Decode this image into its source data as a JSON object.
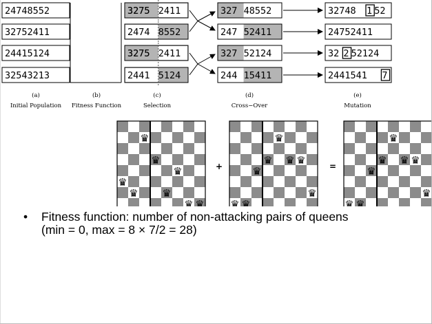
{
  "population": [
    "24748552",
    "32752411",
    "24415124",
    "32543213"
  ],
  "selection": [
    {
      "left": "3275",
      "right": "2411",
      "left_shaded": true
    },
    {
      "left": "2474",
      "right": "8552",
      "left_shaded": false
    },
    {
      "left": "3275",
      "right": "2411",
      "left_shaded": true
    },
    {
      "left": "2441",
      "right": "5124",
      "left_shaded": false
    }
  ],
  "crossover": [
    {
      "left": "327",
      "right": "48552"
    },
    {
      "left": "247",
      "right": "52411"
    },
    {
      "left": "327",
      "right": "52124"
    },
    {
      "left": "244",
      "right": "15411"
    }
  ],
  "mutation": [
    {
      "pre": "32748",
      "boxed": "1",
      "post": "52"
    },
    {
      "pre": "24752411",
      "boxed": "",
      "post": ""
    },
    {
      "pre": "32",
      "boxed": "2",
      "post": "52124"
    },
    {
      "pre": "2441541",
      "boxed": "7",
      "post": ""
    }
  ],
  "captions": [
    {
      "letter": "(a)",
      "label": "Initial Population"
    },
    {
      "letter": "(b)",
      "label": "Fitness Function"
    },
    {
      "letter": "(c)",
      "label": "Selection"
    },
    {
      "letter": "(d)",
      "label": "Cross−Over"
    },
    {
      "letter": "(e)",
      "label": "Mutation"
    }
  ],
  "boards": [
    {
      "queens": [
        3,
        2,
        7,
        5,
        2,
        4,
        1,
        1
      ]
    },
    {
      "queens": [
        1,
        1,
        4,
        5,
        7,
        5,
        5,
        2
      ]
    },
    {
      "queens": [
        1,
        1,
        4,
        5,
        7,
        5,
        5,
        2
      ]
    }
  ],
  "operators": {
    "plus": "+",
    "equals": "="
  },
  "queen_glyph": "♛",
  "bullet": {
    "dot": "•",
    "line1": "Fitness function: number of non-attacking pairs of queens",
    "line2": "(min = 0, max = 8 × 7/2 = 28)"
  },
  "colors": {
    "shade": "#b4b4b4",
    "dark_square": "#8c8c8c",
    "light_square": "#ffffff",
    "line": "#000000"
  }
}
